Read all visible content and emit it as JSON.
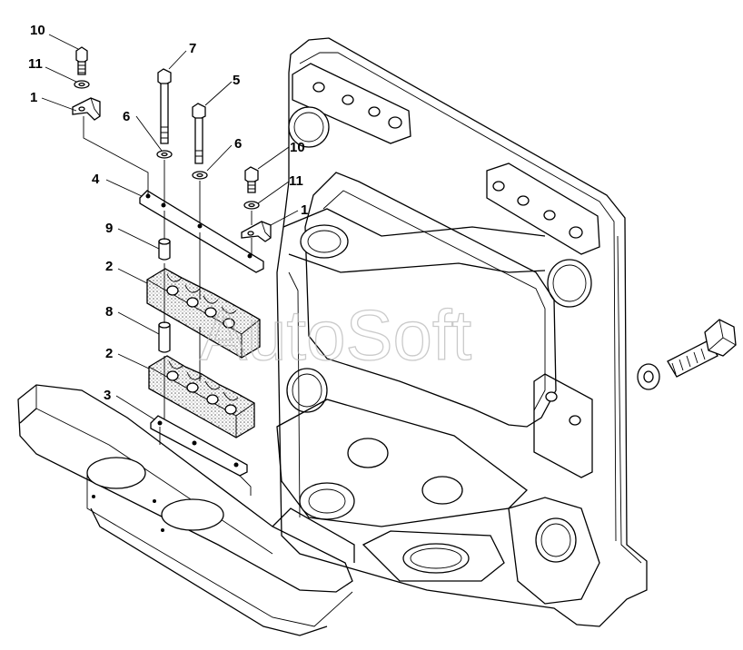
{
  "watermark": "AutoSoft",
  "callouts": {
    "c10a": "10",
    "c11a": "11",
    "c1a": "1",
    "c7": "7",
    "c5": "5",
    "c6a": "6",
    "c6b": "6",
    "c10b": "10",
    "c11b": "11",
    "c1b": "1",
    "c4": "4",
    "c9": "9",
    "c2a": "2",
    "c8": "8",
    "c2b": "2",
    "c3": "3"
  }
}
